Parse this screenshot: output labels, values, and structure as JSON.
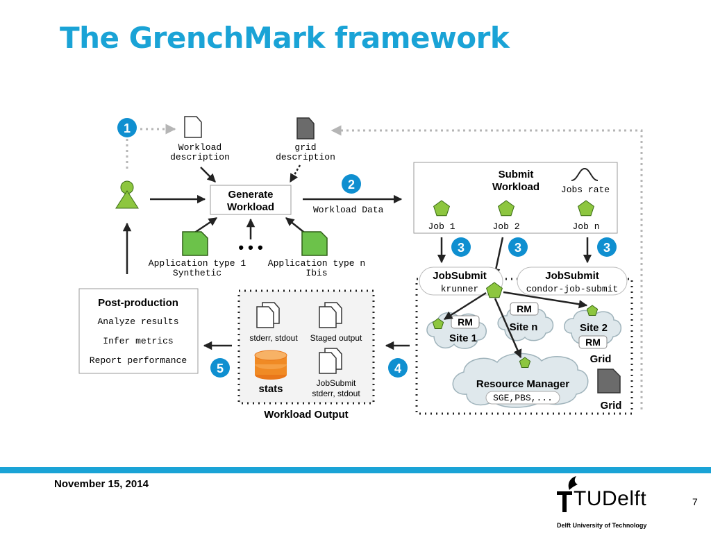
{
  "slide": {
    "title": "The GrenchMark framework",
    "date": "November 15, 2014",
    "page_number": "7"
  },
  "logo": {
    "text": "TUDelft",
    "tagline": "Delft University of Technology"
  },
  "diagram": {
    "steps": [
      "1",
      "2",
      "3",
      "3",
      "3",
      "4",
      "5"
    ],
    "workload_description": [
      "Workload",
      "description"
    ],
    "grid_description": [
      "grid",
      "description"
    ],
    "generate_workload": [
      "Generate",
      "Workload"
    ],
    "workload_data": "Workload Data",
    "app_type_1": [
      "Application type 1",
      "Synthetic"
    ],
    "app_type_n": [
      "Application type n",
      "Ibis"
    ],
    "ellipsis": "• • •",
    "submit_workload": [
      "Submit",
      "Workload"
    ],
    "jobs_rate": "Jobs rate",
    "jobs": [
      "Job 1",
      "Job 2",
      "Job n"
    ],
    "jobsubmit_1": {
      "title": "JobSubmit",
      "sub": "krunner"
    },
    "jobsubmit_2": {
      "title": "JobSubmit",
      "sub": "condor-job-submit"
    },
    "sites": {
      "site1": {
        "rm": "RM",
        "name": "Site 1"
      },
      "siten": {
        "rm": "RM",
        "name": "Site n"
      },
      "site2": {
        "rm": "RM",
        "name": "Site 2"
      }
    },
    "resource_manager": {
      "title": "Resource Manager",
      "sub": "SGE,PBS,..."
    },
    "grid_label": "Grid",
    "grid_label_2": "Grid",
    "post_production": {
      "title": "Post-production",
      "items": [
        "Analyze results",
        "Infer metrics",
        "Report performance"
      ]
    },
    "workload_output": {
      "title": "Workload Output",
      "stderr": "stderr, stdout",
      "staged": "Staged output",
      "stats": "stats",
      "jobsubmit_out": [
        "JobSubmit",
        "stderr, stdout"
      ]
    },
    "colors": {
      "accent": "#1aa3d6",
      "step_badge": "#0f8fd0",
      "pentagon_fill": "#8dc63f",
      "file_green": "#6cc24a",
      "stats_orange": "#f08a24",
      "arrow": "#222222"
    }
  }
}
